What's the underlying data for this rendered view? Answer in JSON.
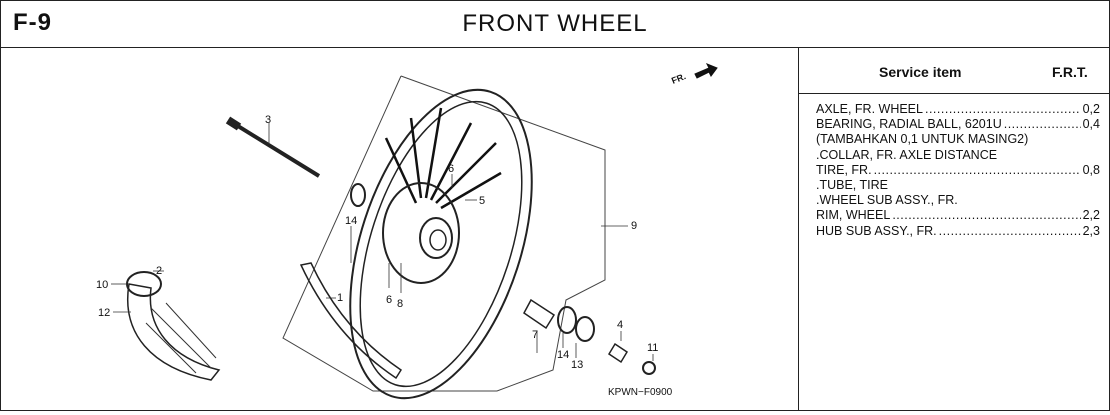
{
  "header": {
    "code": "F-9",
    "title": "FRONT WHEEL"
  },
  "diagram": {
    "direction_label": "FR.",
    "drawing_code": "KPWN−F0900",
    "callouts": [
      "1",
      "2",
      "3",
      "4",
      "5",
      "6",
      "6",
      "7",
      "8",
      "9",
      "10",
      "11",
      "12",
      "13",
      "14",
      "14"
    ]
  },
  "service_table": {
    "col_item": "Service item",
    "col_frt": "F.R.T.",
    "rows": [
      {
        "label": "AXLE, FR. WHEEL",
        "value": "0,2"
      },
      {
        "label": "BEARING, RADIAL BALL, 6201U",
        "value": "0,4"
      },
      {
        "label": "(TAMBAHKAN 0,1 UNTUK MASING2)",
        "value": ""
      },
      {
        "label": ".COLLAR, FR. AXLE DISTANCE",
        "value": ""
      },
      {
        "label": "TIRE, FR.",
        "value": "0,8"
      },
      {
        "label": ".TUBE, TIRE",
        "value": ""
      },
      {
        "label": ".WHEEL SUB ASSY., FR.",
        "value": ""
      },
      {
        "label": "RIM, WHEEL",
        "value": "2,2"
      },
      {
        "label": "HUB SUB ASSY., FR.",
        "value": "2,3"
      }
    ]
  }
}
